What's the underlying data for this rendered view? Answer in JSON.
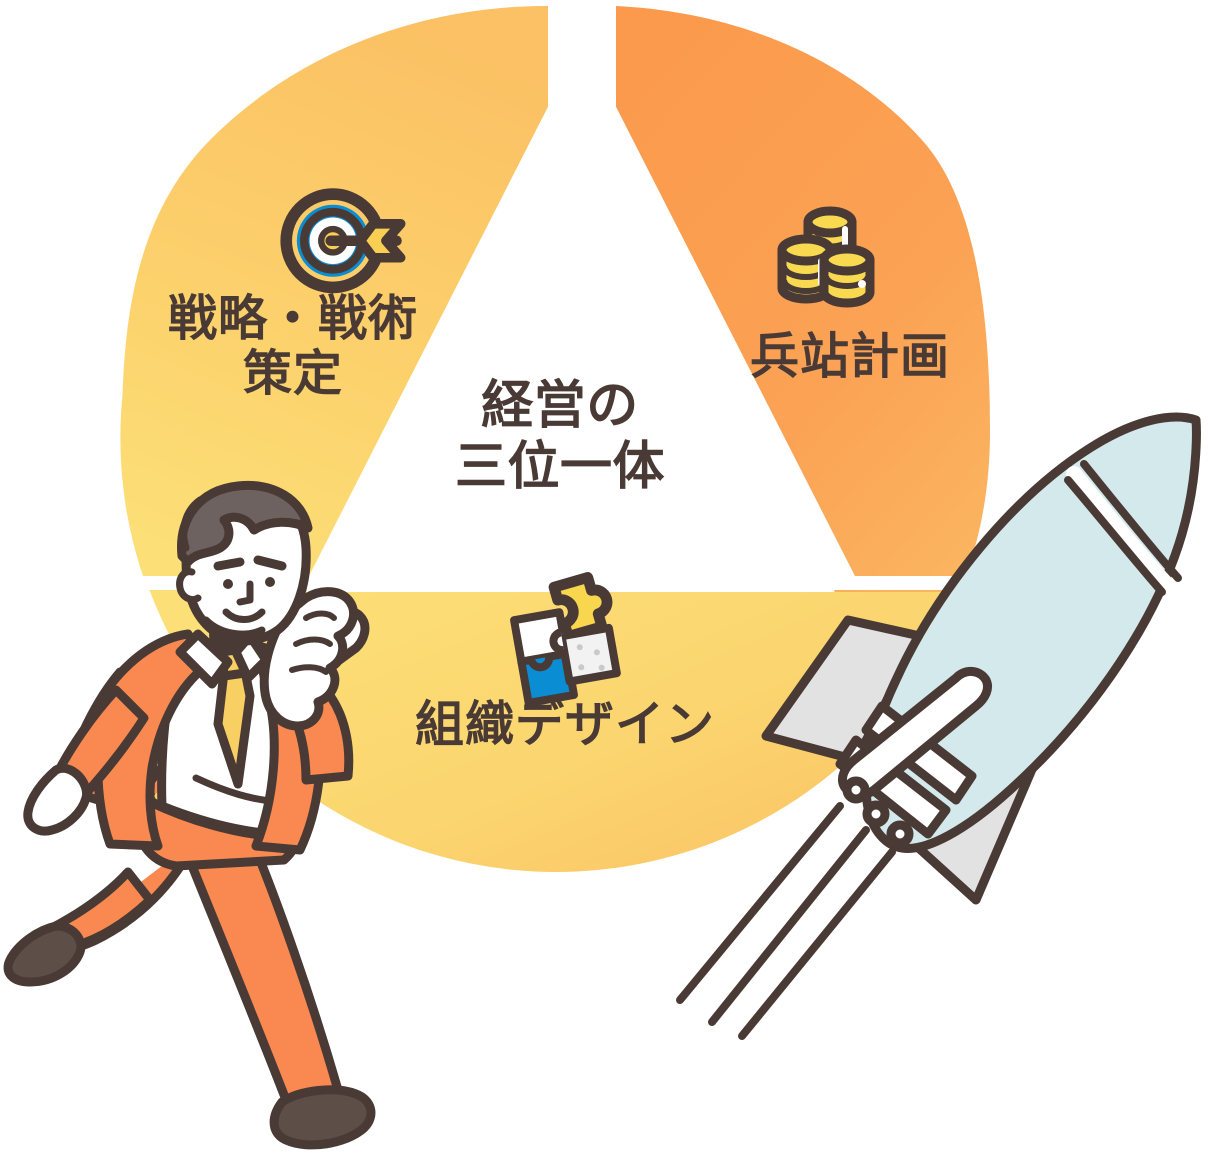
{
  "diagram": {
    "center_label": "経営の\n三位一体",
    "segments": [
      {
        "id": "strategy",
        "label": "戦略・戦術\n策定",
        "icon": "target-arrow-icon",
        "color": "#FBC569",
        "color_end": "#FCDE74"
      },
      {
        "id": "logistics",
        "label": "兵站計画",
        "icon": "coins-stack-icon",
        "color": "#FB9B4D",
        "color_end": "#FBA85B"
      },
      {
        "id": "organization",
        "label": "組織デザイン",
        "icon": "puzzle-pieces-icon",
        "color": "#FBDF72",
        "color_end": "#FBC166"
      }
    ],
    "characters": [
      {
        "id": "businessman",
        "name": "running-businessman-illustration"
      },
      {
        "id": "rocket",
        "name": "launching-rocket-illustration"
      }
    ],
    "colors": {
      "ink": "#4a3a35",
      "suit_orange": "#F98950",
      "tie_yellow": "#F8CF62",
      "rocket_body": "#D3E9EC",
      "rocket_fin": "#E2E2E2",
      "accent_blue": "#0B8DD3",
      "coin_yellow": "#F8D950",
      "shoe_brown": "#5E4E48"
    }
  }
}
